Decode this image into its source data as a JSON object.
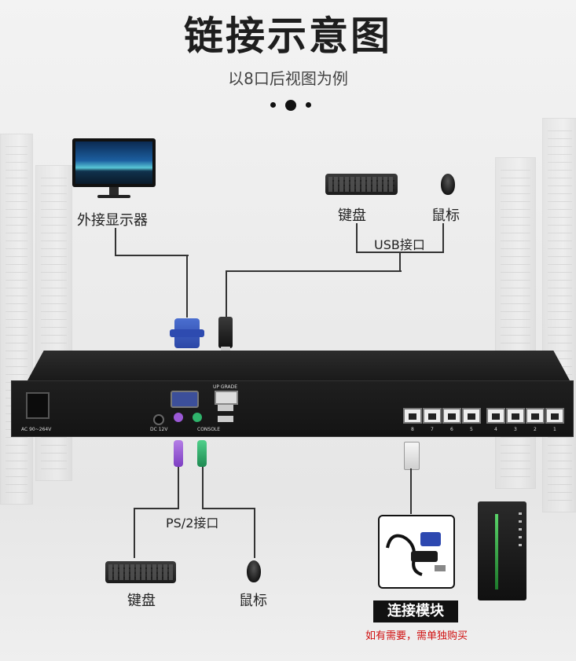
{
  "header": {
    "title": "链接示意图",
    "subtitle": "以8口后视图为例"
  },
  "top": {
    "monitor_label": "外接显示器",
    "keyboard_label": "键盘",
    "mouse_label": "鼠标",
    "usb_label": "USB接口"
  },
  "device": {
    "upgrade_label": "UP GRADE",
    "console_label": "CONSOLE",
    "dc_label": "DC 12V",
    "ac_label": "AC 90~264V",
    "port_numbers": [
      "8",
      "7",
      "6",
      "5",
      "4",
      "3",
      "2",
      "1"
    ]
  },
  "bottom": {
    "ps2_label": "PS/2接口",
    "keyboard_label": "键盘",
    "mouse_label": "鼠标",
    "module_title": "连接模块",
    "module_note": "如有需要，需单独购买"
  },
  "colors": {
    "accent_red": "#d01010",
    "ps2_keyboard": "#9b59d6",
    "ps2_mouse": "#2fb36b"
  }
}
